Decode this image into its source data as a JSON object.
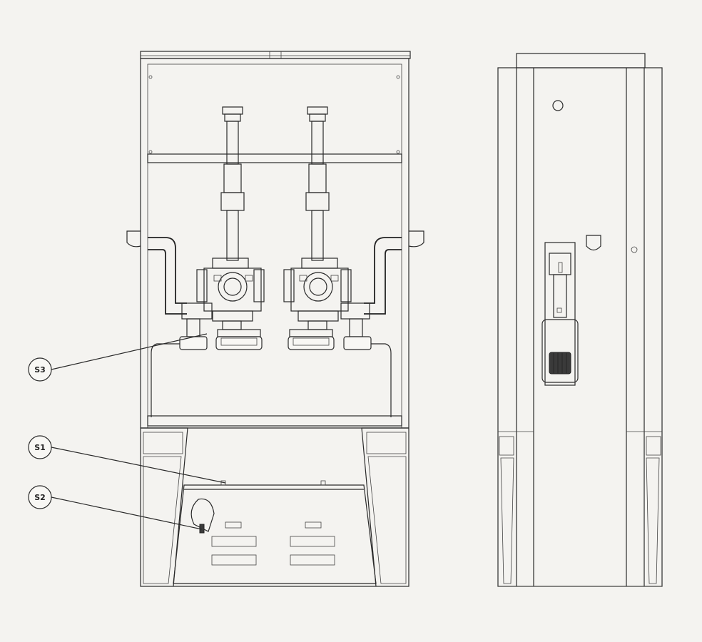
{
  "callouts": [
    {
      "id": "s3",
      "label": "S3"
    },
    {
      "id": "s1",
      "label": "S1"
    },
    {
      "id": "s2",
      "label": "S2"
    }
  ],
  "colors": {
    "line": "#2a2a2a",
    "paper": "#f4f3f0"
  }
}
